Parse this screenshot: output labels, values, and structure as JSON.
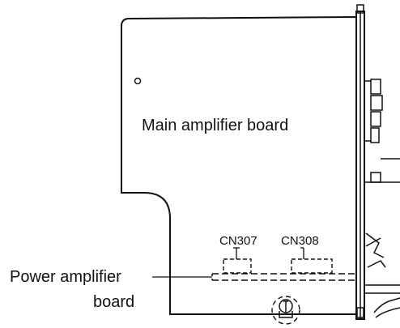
{
  "labels": {
    "main_board": "Main amplifier board",
    "cn307": "CN307",
    "cn308": "CN308",
    "power_board_line1": "Power amplifier",
    "power_board_line2": "board"
  },
  "colors": {
    "ink": "#111111",
    "background": "#ffffff"
  }
}
